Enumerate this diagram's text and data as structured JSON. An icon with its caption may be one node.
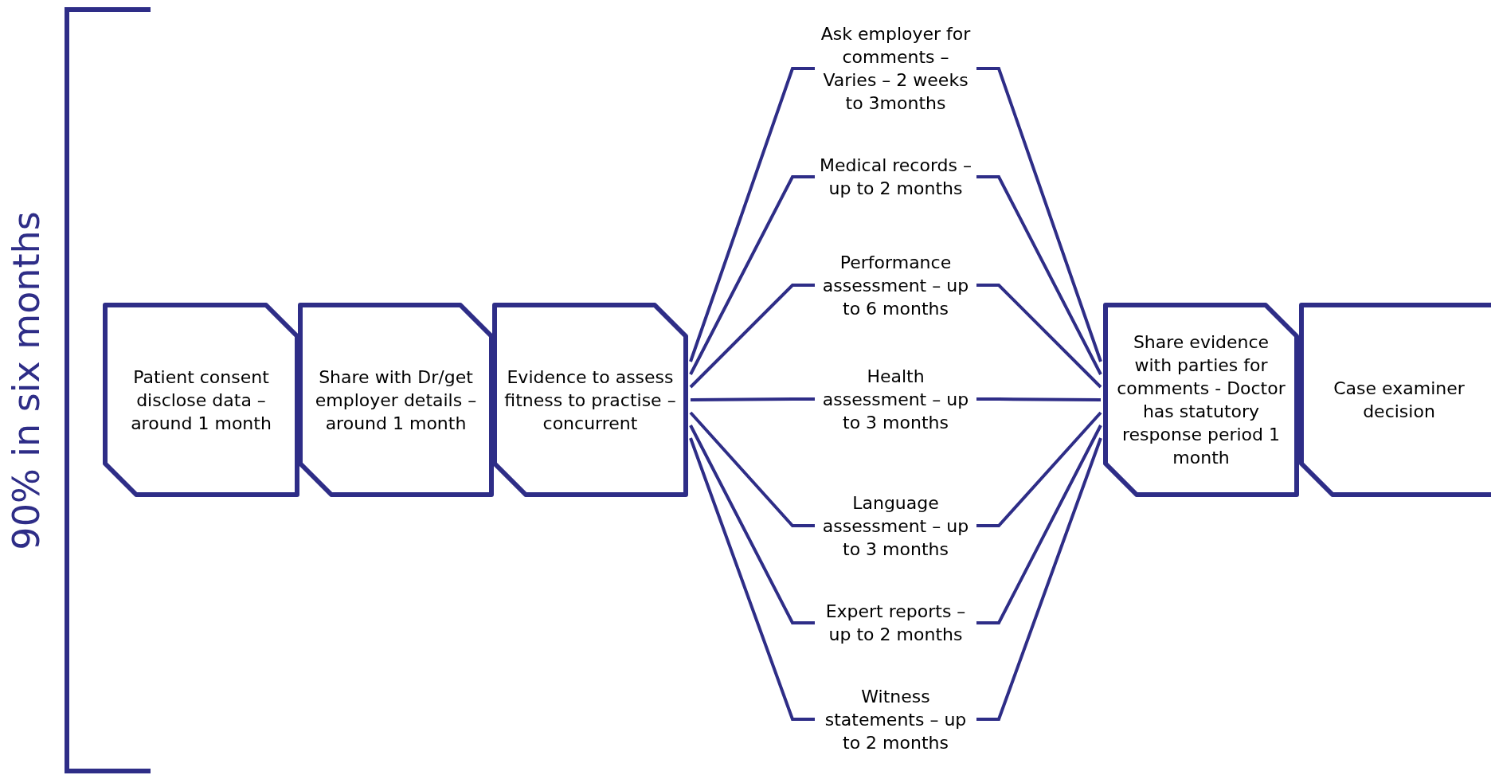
{
  "diagram": {
    "nodes": [
      {
        "text": [
          "Patient consent disclose data – around 1 month"
        ]
      },
      {
        "text": [
          "Share with Dr/get employer details – around 1 month"
        ]
      },
      {
        "text": [
          "Evidence to assess fitness to practise – concurrent"
        ]
      },
      {
        "text": [
          "Ask employer for comments – Varies – 2 weeks to 3months"
        ]
      },
      {
        "text": [
          "Medical records – up to 2 months"
        ]
      },
      {
        "text": [
          "Performance assessment – up to 6 months"
        ]
      },
      {
        "text": [
          "Health assessment – up to 3 months"
        ]
      },
      {
        "text": [
          "Language assessment – up to 3 months"
        ]
      },
      {
        "text": [
          "Expert reports – up to 2 months"
        ]
      },
      {
        "text": [
          "Witness statements – up to 2 months"
        ]
      },
      {
        "text": [
          "Share evidence with parties for comments - Doctor has statutory response period 1 month"
        ]
      },
      {
        "text": [
          "Case examiner decision"
        ]
      }
    ],
    "edges": [
      {
        "from": 2,
        "to": 3,
        "arrow": "none"
      },
      {
        "from": 2,
        "to": 4,
        "arrow": "none"
      },
      {
        "from": 2,
        "to": 5,
        "arrow": "none"
      },
      {
        "from": 2,
        "to": 6,
        "arrow": "none"
      },
      {
        "from": 2,
        "to": 7,
        "arrow": "none"
      },
      {
        "from": 2,
        "to": 8,
        "arrow": "none"
      },
      {
        "from": 2,
        "to": 9,
        "arrow": "none"
      },
      {
        "from": 3,
        "to": 10,
        "arrow": "none"
      },
      {
        "from": 4,
        "to": 10,
        "arrow": "none"
      },
      {
        "from": 5,
        "to": 10,
        "arrow": "none"
      },
      {
        "from": 6,
        "to": 10,
        "arrow": "none"
      },
      {
        "from": 7,
        "to": 10,
        "arrow": "none"
      },
      {
        "from": 8,
        "to": 10,
        "arrow": "none"
      },
      {
        "from": 9,
        "to": 10,
        "arrow": "none"
      }
    ],
    "labels": [
      "90% in six months"
    ]
  }
}
